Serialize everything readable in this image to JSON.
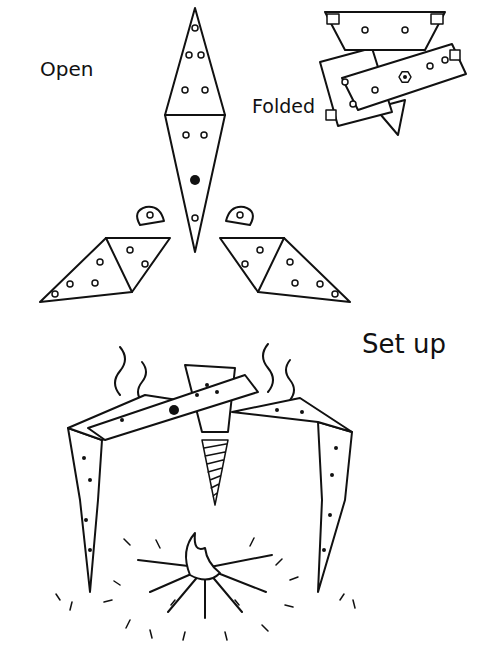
{
  "diagram": {
    "labels": [
      "Open",
      "Folded",
      "Set up"
    ]
  }
}
